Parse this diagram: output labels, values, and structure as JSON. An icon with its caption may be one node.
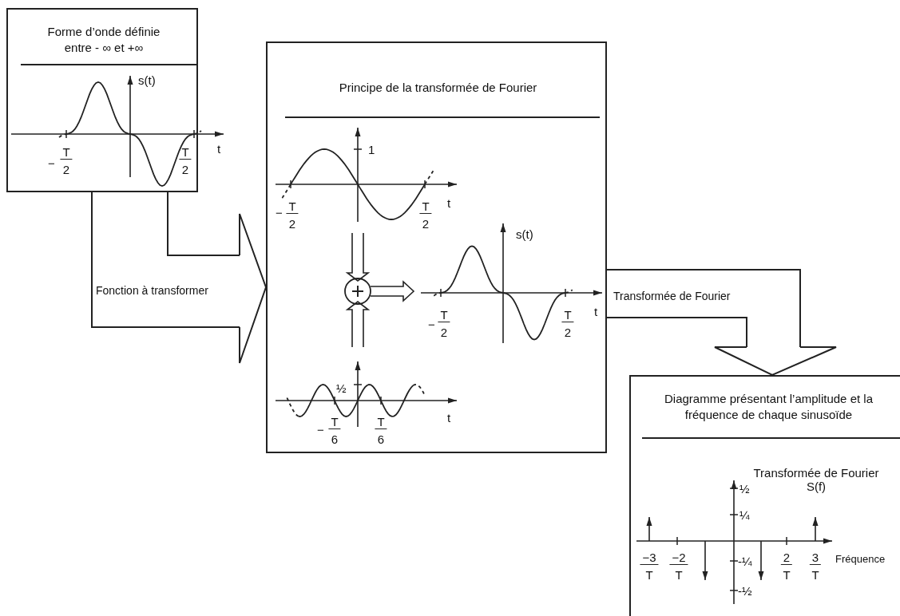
{
  "diagram": {
    "nodes": [
      {
        "text": [
          "Forme d’onde définie entre - ∞ et +∞"
        ]
      },
      {
        "text": [
          "Principe de la transformée de Fourier"
        ]
      },
      {
        "text": [
          "Diagramme présentant l’amplitude et la fréquence de chaque sinusoïde"
        ]
      }
    ],
    "edges": [
      {
        "from": 0,
        "to": 1,
        "arrow": "to",
        "label": "Fonction à transformer"
      },
      {
        "from": 1,
        "to": 2,
        "arrow": "to",
        "label": "Transformée de Fourier"
      }
    ],
    "labels": [
      "s(t)",
      "t",
      "−",
      "T",
      "2",
      "T",
      "2",
      "1",
      "t",
      "−",
      "T",
      "2",
      "T",
      "2",
      "s(t)",
      "t",
      "−",
      "T",
      "2",
      "T",
      "2",
      "½",
      "t",
      "−",
      "T",
      "6",
      "T",
      "6",
      "Transformée de Fourier S(f)",
      "½",
      "¼",
      "-¼",
      "-½",
      "−3",
      "T",
      "−2",
      "T",
      "2",
      "T",
      "3",
      "T",
      "Fréquence"
    ]
  }
}
